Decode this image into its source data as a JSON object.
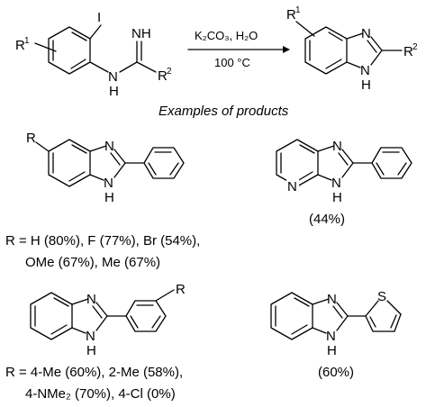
{
  "reaction": {
    "reagents": "K₂CO₃, H₂O",
    "temperature": "100 °C",
    "reactant_labels": {
      "iodo": "I",
      "imine_nh": "NH",
      "amide_nh": "N\nH",
      "r1": "R",
      "r1_sup": "1",
      "r2": "R",
      "r2_sup": "2"
    },
    "product_labels": {
      "n": "N",
      "nh": "N\nH",
      "r1": "R",
      "r1_sup": "1",
      "r2": "R",
      "r2_sup": "2"
    }
  },
  "examples_heading": "Examples of products",
  "examples": [
    {
      "id": "ex1",
      "substituent": "R",
      "yields": [
        "R = H (80%), F (77%), Br (54%),",
        "OMe (67%), Me (67%)"
      ]
    },
    {
      "id": "ex2",
      "ring_n": "N",
      "yields": [
        "(44%)"
      ]
    },
    {
      "id": "ex3",
      "substituent": "R",
      "yields": [
        "R = 4-Me (60%), 2-Me (58%),",
        "4-NMe₂ (70%), 4-Cl (0%)"
      ]
    },
    {
      "id": "ex4",
      "thiophene_s": "S",
      "yields": [
        "(60%)"
      ]
    }
  ],
  "common_labels": {
    "n": "N",
    "nh_n": "N",
    "nh_h": "H"
  }
}
